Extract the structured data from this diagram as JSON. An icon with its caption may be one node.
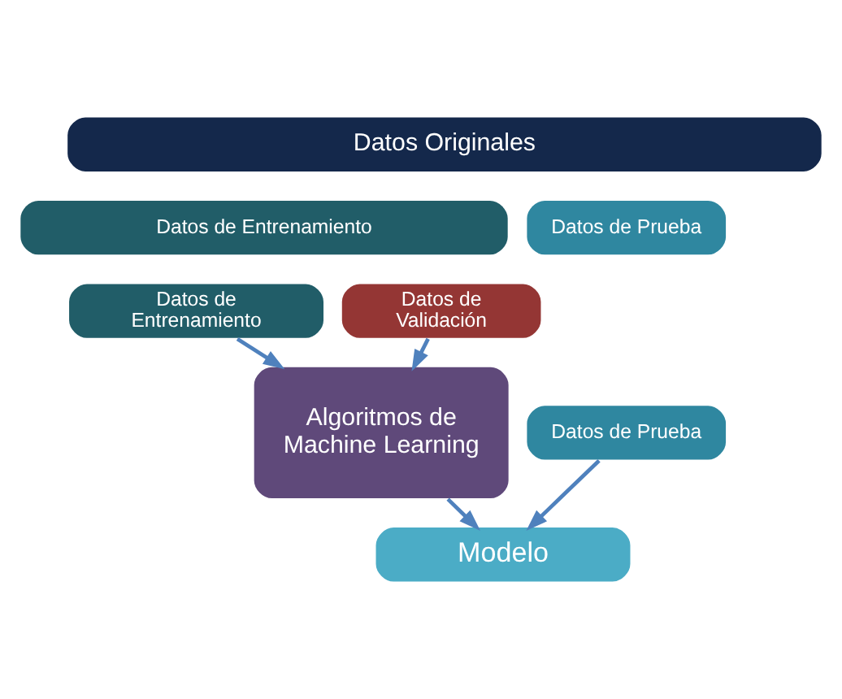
{
  "diagram": {
    "nodes": [
      {
        "text": [
          "Datos Originales"
        ]
      },
      {
        "text": [
          "Datos de Entrenamiento"
        ]
      },
      {
        "text": [
          "Datos de Prueba"
        ]
      },
      {
        "text": [
          "Datos de Entrenamiento"
        ]
      },
      {
        "text": [
          "Datos de Validación"
        ]
      },
      {
        "text": [
          "Datos de Prueba"
        ]
      },
      {
        "text": [
          "Algoritmos de Machine Learning"
        ]
      },
      {
        "text": [
          "Modelo"
        ]
      }
    ],
    "edges": [
      {
        "from": 3,
        "to": 6,
        "arrow": "to"
      },
      {
        "from": 4,
        "to": 6,
        "arrow": "to"
      },
      {
        "from": 6,
        "to": 7,
        "arrow": "to"
      },
      {
        "from": 5,
        "to": 7,
        "arrow": "to"
      }
    ]
  }
}
